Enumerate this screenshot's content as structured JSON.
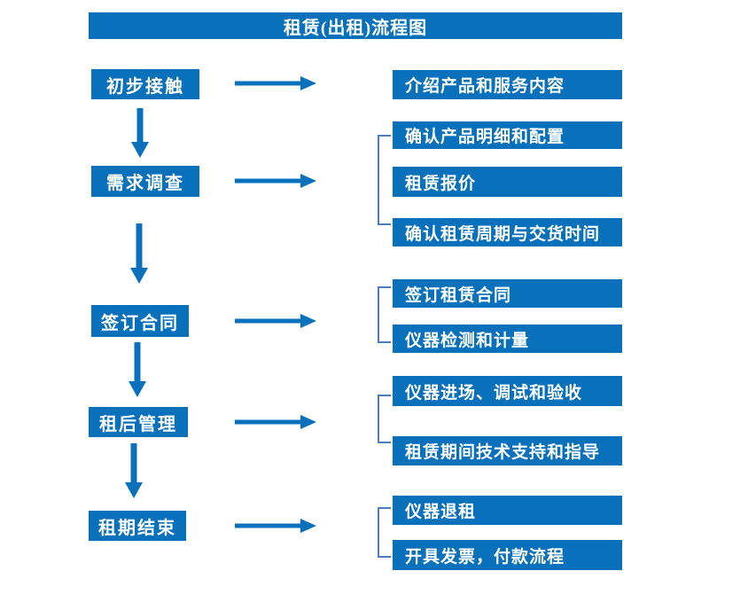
{
  "title": "租赁(出租)流程图",
  "colors": {
    "primary": "#0971BC",
    "bracket_line": "#4E7CC0",
    "box_text": "#FFFFFF",
    "background": "#FFFFFF"
  },
  "flow": {
    "steps": [
      {
        "label": "初步接触",
        "outputs": [
          "介绍产品和服务内容"
        ]
      },
      {
        "label": "需求调查",
        "outputs": [
          "确认产品明细和配置",
          "租赁报价",
          "确认租赁周期与交货时间"
        ]
      },
      {
        "label": "签订合同",
        "outputs": [
          "签订租赁合同",
          "仪器检测和计量"
        ]
      },
      {
        "label": "租后管理",
        "outputs": [
          "仪器进场、调试和验收",
          "租赁期间技术支持和指导"
        ]
      },
      {
        "label": "租期结束",
        "outputs": [
          "仪器退租",
          "开具发票，付款流程"
        ]
      }
    ]
  }
}
